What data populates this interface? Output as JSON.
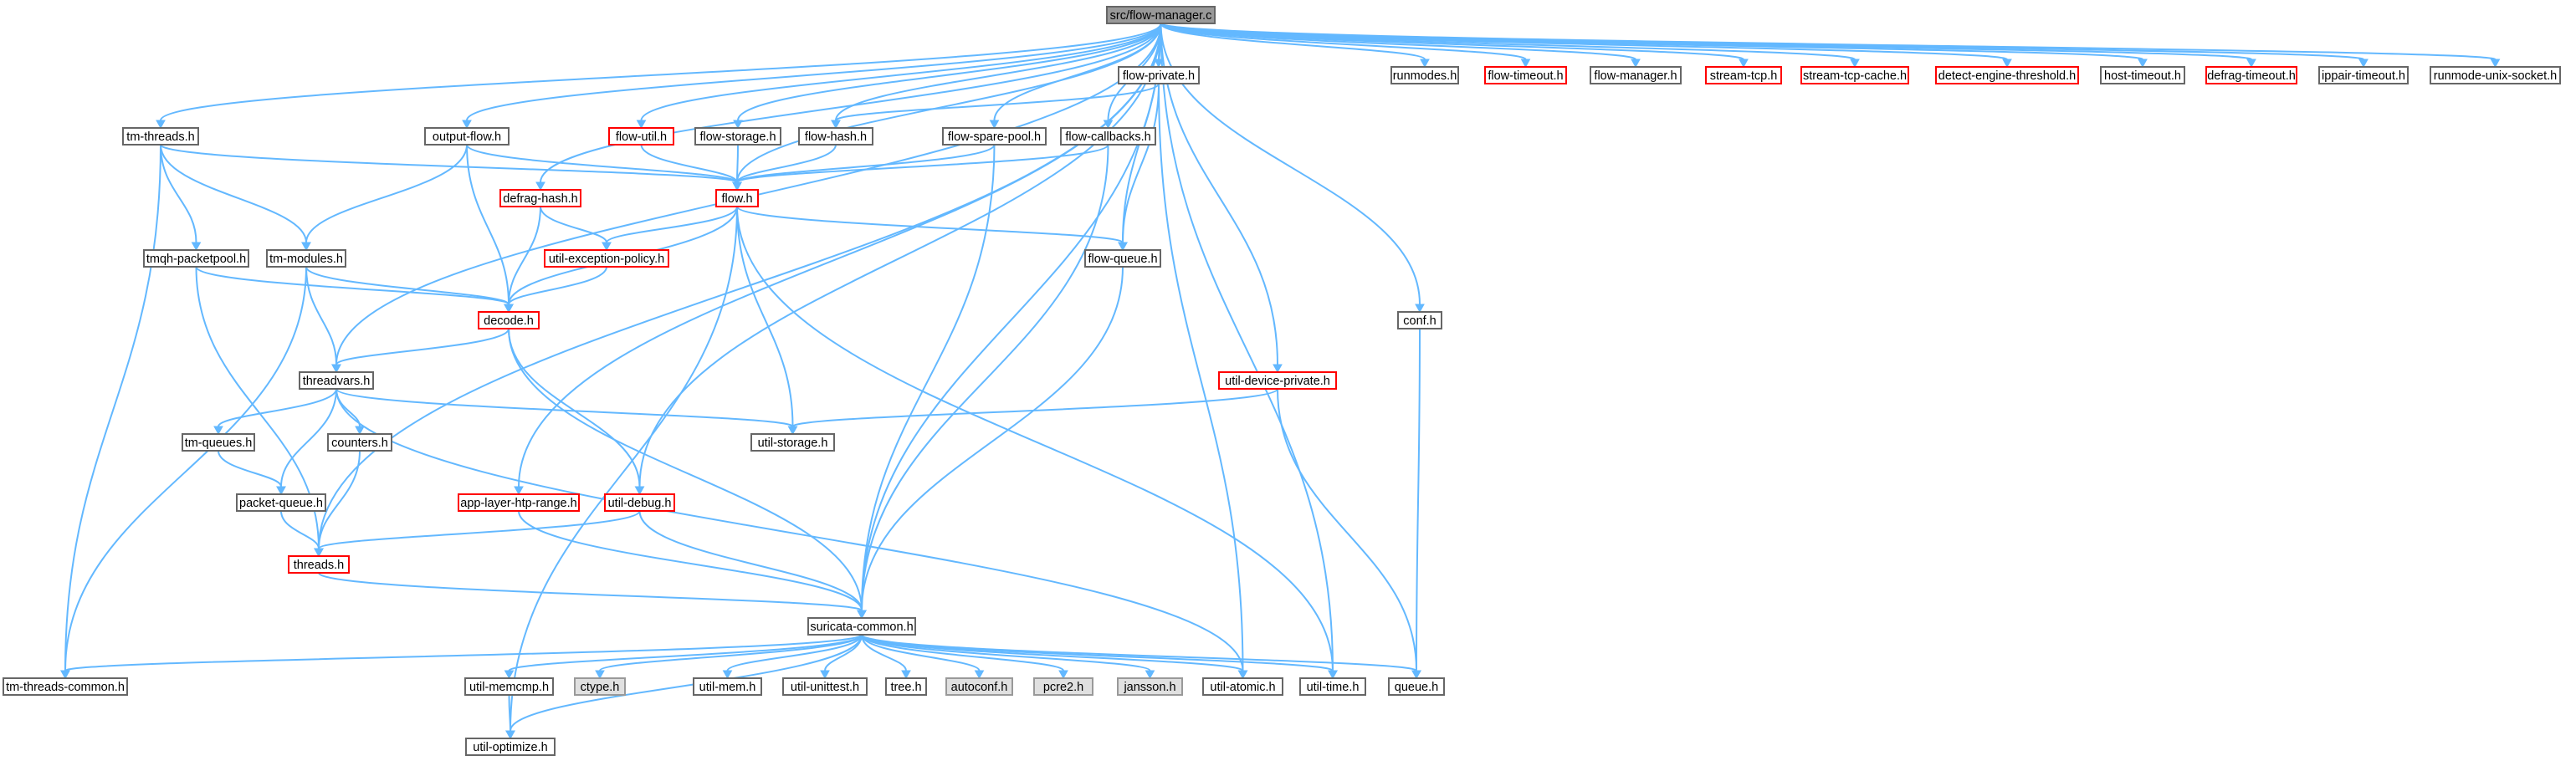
{
  "title": "src/flow-manager.c",
  "colors": {
    "edge": "#63b8ff",
    "root_fill": "#999999",
    "root_border": "#666666",
    "normal_fill": "#ffffff",
    "normal_border": "#666666",
    "incomplete_border": "#ff0000",
    "system_fill": "#e0e0e0",
    "system_border": "#999999"
  },
  "nodes": [
    {
      "id": "flow-manager-c",
      "label": "src/flow-manager.c",
      "kind": "root"
    },
    {
      "id": "runmodes-h",
      "label": "runmodes.h",
      "kind": "normal"
    },
    {
      "id": "flow-timeout-h",
      "label": "flow-timeout.h",
      "kind": "incomplete"
    },
    {
      "id": "flow-manager-h",
      "label": "flow-manager.h",
      "kind": "normal"
    },
    {
      "id": "stream-tcp-h",
      "label": "stream-tcp.h",
      "kind": "incomplete"
    },
    {
      "id": "stream-tcp-cache-h",
      "label": "stream-tcp-cache.h",
      "kind": "incomplete"
    },
    {
      "id": "detect-engine-threshold-h",
      "label": "detect-engine-threshold.h",
      "kind": "incomplete"
    },
    {
      "id": "host-timeout-h",
      "label": "host-timeout.h",
      "kind": "normal"
    },
    {
      "id": "defrag-timeout-h",
      "label": "defrag-timeout.h",
      "kind": "incomplete"
    },
    {
      "id": "ippair-timeout-h",
      "label": "ippair-timeout.h",
      "kind": "normal"
    },
    {
      "id": "runmode-unix-socket-h",
      "label": "runmode-unix-socket.h",
      "kind": "normal"
    },
    {
      "id": "flow-private-h",
      "label": "flow-private.h",
      "kind": "normal"
    },
    {
      "id": "tm-threads-h",
      "label": "tm-threads.h",
      "kind": "normal"
    },
    {
      "id": "output-flow-h",
      "label": "output-flow.h",
      "kind": "normal"
    },
    {
      "id": "flow-util-h",
      "label": "flow-util.h",
      "kind": "incomplete"
    },
    {
      "id": "flow-storage-h",
      "label": "flow-storage.h",
      "kind": "normal"
    },
    {
      "id": "flow-hash-h",
      "label": "flow-hash.h",
      "kind": "normal"
    },
    {
      "id": "flow-spare-pool-h",
      "label": "flow-spare-pool.h",
      "kind": "normal"
    },
    {
      "id": "flow-callbacks-h",
      "label": "flow-callbacks.h",
      "kind": "normal"
    },
    {
      "id": "defrag-hash-h",
      "label": "defrag-hash.h",
      "kind": "incomplete"
    },
    {
      "id": "flow-h",
      "label": "flow.h",
      "kind": "incomplete"
    },
    {
      "id": "tmqh-packetpool-h",
      "label": "tmqh-packetpool.h",
      "kind": "normal"
    },
    {
      "id": "tm-modules-h",
      "label": "tm-modules.h",
      "kind": "normal"
    },
    {
      "id": "util-exception-policy-h",
      "label": "util-exception-policy.h",
      "kind": "incomplete"
    },
    {
      "id": "flow-queue-h",
      "label": "flow-queue.h",
      "kind": "normal"
    },
    {
      "id": "conf-h",
      "label": "conf.h",
      "kind": "normal"
    },
    {
      "id": "decode-h",
      "label": "decode.h",
      "kind": "incomplete"
    },
    {
      "id": "threadvars-h",
      "label": "threadvars.h",
      "kind": "normal"
    },
    {
      "id": "util-device-private-h",
      "label": "util-device-private.h",
      "kind": "incomplete"
    },
    {
      "id": "tm-queues-h",
      "label": "tm-queues.h",
      "kind": "normal"
    },
    {
      "id": "counters-h",
      "label": "counters.h",
      "kind": "normal"
    },
    {
      "id": "util-storage-h",
      "label": "util-storage.h",
      "kind": "normal"
    },
    {
      "id": "packet-queue-h",
      "label": "packet-queue.h",
      "kind": "normal"
    },
    {
      "id": "app-layer-htp-range-h",
      "label": "app-layer-htp-range.h",
      "kind": "incomplete"
    },
    {
      "id": "util-debug-h",
      "label": "util-debug.h",
      "kind": "incomplete"
    },
    {
      "id": "threads-h",
      "label": "threads.h",
      "kind": "incomplete"
    },
    {
      "id": "suricata-common-h",
      "label": "suricata-common.h",
      "kind": "normal"
    },
    {
      "id": "tm-threads-common-h",
      "label": "tm-threads-common.h",
      "kind": "normal"
    },
    {
      "id": "util-memcmp-h",
      "label": "util-memcmp.h",
      "kind": "normal"
    },
    {
      "id": "ctype-h",
      "label": "ctype.h",
      "kind": "system"
    },
    {
      "id": "util-mem-h",
      "label": "util-mem.h",
      "kind": "normal"
    },
    {
      "id": "util-unittest-h",
      "label": "util-unittest.h",
      "kind": "normal"
    },
    {
      "id": "tree-h",
      "label": "tree.h",
      "kind": "normal"
    },
    {
      "id": "autoconf-h",
      "label": "autoconf.h",
      "kind": "system"
    },
    {
      "id": "pcre2-h",
      "label": "pcre2.h",
      "kind": "system"
    },
    {
      "id": "jansson-h",
      "label": "jansson.h",
      "kind": "system"
    },
    {
      "id": "util-atomic-h",
      "label": "util-atomic.h",
      "kind": "normal"
    },
    {
      "id": "util-time-h",
      "label": "util-time.h",
      "kind": "normal"
    },
    {
      "id": "queue-h",
      "label": "queue.h",
      "kind": "normal"
    },
    {
      "id": "util-optimize-h",
      "label": "util-optimize.h",
      "kind": "normal"
    }
  ],
  "edges": [
    [
      "flow-manager-c",
      "runmodes-h"
    ],
    [
      "flow-manager-c",
      "flow-timeout-h"
    ],
    [
      "flow-manager-c",
      "flow-manager-h"
    ],
    [
      "flow-manager-c",
      "stream-tcp-h"
    ],
    [
      "flow-manager-c",
      "stream-tcp-cache-h"
    ],
    [
      "flow-manager-c",
      "detect-engine-threshold-h"
    ],
    [
      "flow-manager-c",
      "host-timeout-h"
    ],
    [
      "flow-manager-c",
      "defrag-timeout-h"
    ],
    [
      "flow-manager-c",
      "ippair-timeout-h"
    ],
    [
      "flow-manager-c",
      "runmode-unix-socket-h"
    ],
    [
      "flow-manager-c",
      "flow-private-h"
    ],
    [
      "flow-manager-c",
      "tm-threads-h"
    ],
    [
      "flow-manager-c",
      "output-flow-h"
    ],
    [
      "flow-manager-c",
      "flow-util-h"
    ],
    [
      "flow-manager-c",
      "flow-storage-h"
    ],
    [
      "flow-manager-c",
      "flow-hash-h"
    ],
    [
      "flow-manager-c",
      "flow-spare-pool-h"
    ],
    [
      "flow-manager-c",
      "flow-callbacks-h"
    ],
    [
      "flow-manager-c",
      "defrag-hash-h"
    ],
    [
      "flow-manager-c",
      "flow-h"
    ],
    [
      "flow-manager-c",
      "flow-queue-h"
    ],
    [
      "flow-manager-c",
      "conf-h"
    ],
    [
      "flow-manager-c",
      "util-device-private-h"
    ],
    [
      "flow-manager-c",
      "threadvars-h"
    ],
    [
      "flow-manager-c",
      "app-layer-htp-range-h"
    ],
    [
      "flow-manager-c",
      "util-debug-h"
    ],
    [
      "flow-manager-c",
      "threads-h"
    ],
    [
      "flow-manager-c",
      "suricata-common-h"
    ],
    [
      "flow-manager-c",
      "util-time-h"
    ],
    [
      "flow-private-h",
      "flow-hash-h"
    ],
    [
      "flow-private-h",
      "flow-queue-h"
    ],
    [
      "flow-private-h",
      "util-atomic-h"
    ],
    [
      "tm-threads-h",
      "flow-h"
    ],
    [
      "tm-threads-h",
      "tmqh-packetpool-h"
    ],
    [
      "tm-threads-h",
      "tm-modules-h"
    ],
    [
      "tm-threads-h",
      "tm-threads-common-h"
    ],
    [
      "output-flow-h",
      "flow-h"
    ],
    [
      "output-flow-h",
      "tm-modules-h"
    ],
    [
      "output-flow-h",
      "decode-h"
    ],
    [
      "flow-util-h",
      "flow-h"
    ],
    [
      "flow-storage-h",
      "flow-h"
    ],
    [
      "flow-hash-h",
      "flow-h"
    ],
    [
      "flow-spare-pool-h",
      "flow-h"
    ],
    [
      "flow-spare-pool-h",
      "suricata-common-h"
    ],
    [
      "flow-callbacks-h",
      "flow-h"
    ],
    [
      "flow-callbacks-h",
      "suricata-common-h"
    ],
    [
      "defrag-hash-h",
      "decode-h"
    ],
    [
      "defrag-hash-h",
      "util-exception-policy-h"
    ],
    [
      "flow-h",
      "util-exception-policy-h"
    ],
    [
      "flow-h",
      "decode-h"
    ],
    [
      "flow-h",
      "flow-queue-h"
    ],
    [
      "flow-h",
      "util-storage-h"
    ],
    [
      "flow-h",
      "util-time-h"
    ],
    [
      "flow-h",
      "util-optimize-h"
    ],
    [
      "tmqh-packetpool-h",
      "decode-h"
    ],
    [
      "tmqh-packetpool-h",
      "threads-h"
    ],
    [
      "tm-modules-h",
      "decode-h"
    ],
    [
      "tm-modules-h",
      "threadvars-h"
    ],
    [
      "tm-modules-h",
      "tm-threads-common-h"
    ],
    [
      "util-exception-policy-h",
      "decode-h"
    ],
    [
      "flow-queue-h",
      "suricata-common-h"
    ],
    [
      "conf-h",
      "queue-h"
    ],
    [
      "decode-h",
      "threadvars-h"
    ],
    [
      "decode-h",
      "util-debug-h"
    ],
    [
      "decode-h",
      "suricata-common-h"
    ],
    [
      "threadvars-h",
      "tm-queues-h"
    ],
    [
      "threadvars-h",
      "counters-h"
    ],
    [
      "threadvars-h",
      "packet-queue-h"
    ],
    [
      "threadvars-h",
      "util-storage-h"
    ],
    [
      "threadvars-h",
      "util-atomic-h"
    ],
    [
      "util-device-private-h",
      "util-storage-h"
    ],
    [
      "util-device-private-h",
      "queue-h"
    ],
    [
      "tm-queues-h",
      "packet-queue-h"
    ],
    [
      "counters-h",
      "threads-h"
    ],
    [
      "packet-queue-h",
      "threads-h"
    ],
    [
      "app-layer-htp-range-h",
      "suricata-common-h"
    ],
    [
      "util-debug-h",
      "threads-h"
    ],
    [
      "util-debug-h",
      "suricata-common-h"
    ],
    [
      "threads-h",
      "suricata-common-h"
    ],
    [
      "suricata-common-h",
      "tm-threads-common-h"
    ],
    [
      "suricata-common-h",
      "util-memcmp-h"
    ],
    [
      "suricata-common-h",
      "ctype-h"
    ],
    [
      "suricata-common-h",
      "util-mem-h"
    ],
    [
      "suricata-common-h",
      "util-unittest-h"
    ],
    [
      "suricata-common-h",
      "tree-h"
    ],
    [
      "suricata-common-h",
      "autoconf-h"
    ],
    [
      "suricata-common-h",
      "pcre2-h"
    ],
    [
      "suricata-common-h",
      "jansson-h"
    ],
    [
      "suricata-common-h",
      "util-atomic-h"
    ],
    [
      "suricata-common-h",
      "util-time-h"
    ],
    [
      "suricata-common-h",
      "queue-h"
    ],
    [
      "suricata-common-h",
      "util-optimize-h"
    ],
    [
      "util-memcmp-h",
      "util-optimize-h"
    ]
  ]
}
